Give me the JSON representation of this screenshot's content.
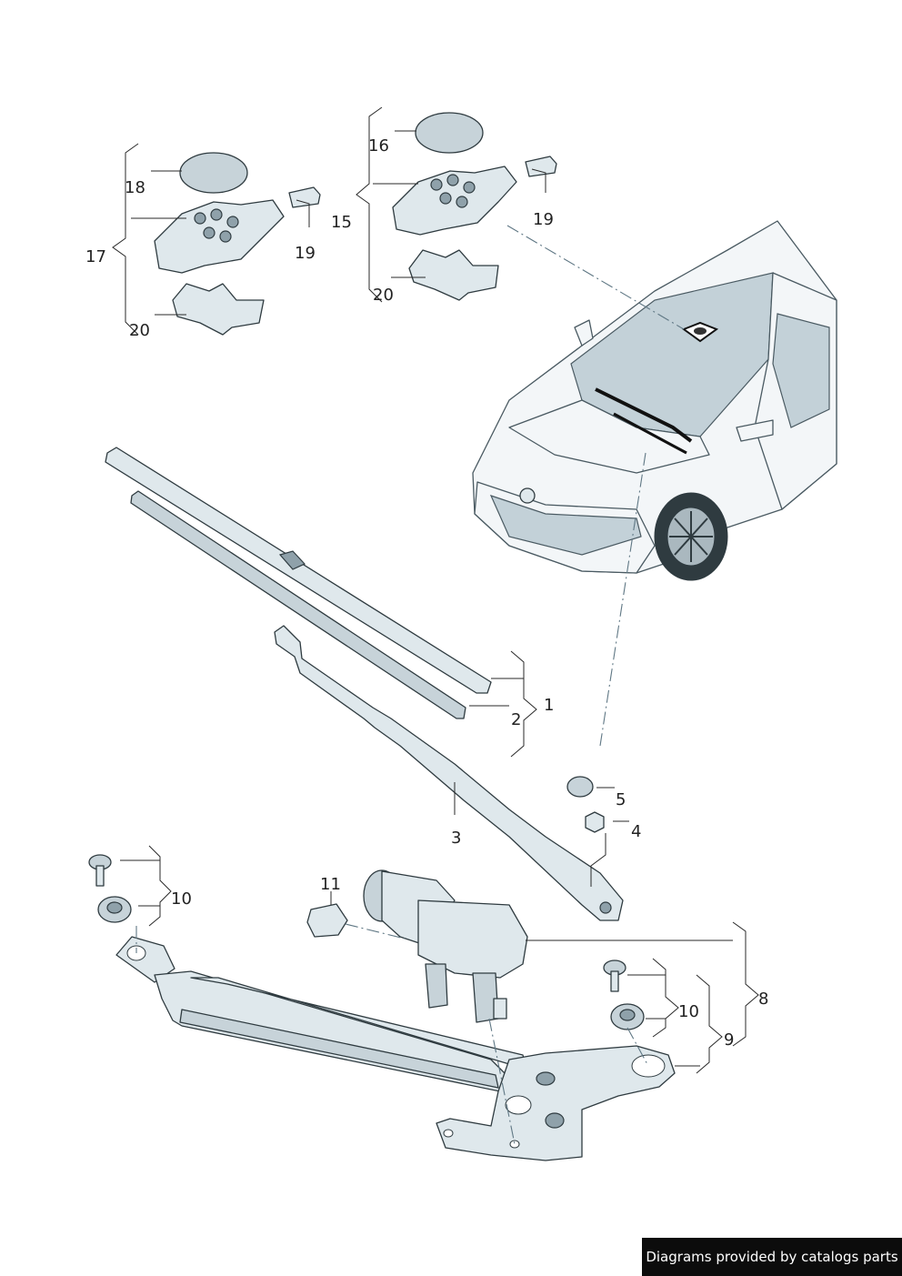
{
  "callouts": {
    "c1": "1",
    "c2": "2",
    "c3": "3",
    "c4": "4",
    "c5": "5",
    "c8": "8",
    "c9": "9",
    "c10a": "10",
    "c10b": "10",
    "c11": "11",
    "c15": "15",
    "c16": "16",
    "c17": "17",
    "c18": "18",
    "c19a": "19",
    "c19b": "19",
    "c20a": "20",
    "c20b": "20"
  },
  "footer": {
    "credit": "Diagrams provided by catalogs parts"
  },
  "colors": {
    "part_fill": "#dfe8ec",
    "outline": "#2f3b40",
    "guide_line": "#5f7784",
    "footer_bg": "#0c0c0c"
  }
}
